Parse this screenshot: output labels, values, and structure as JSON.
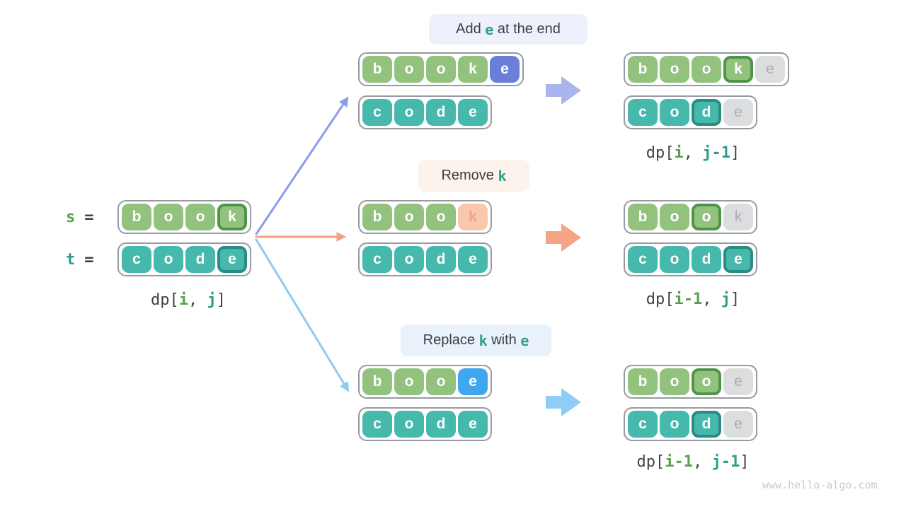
{
  "source": {
    "s_var": "s",
    "s_eq": "=",
    "t_var": "t",
    "t_eq": "=",
    "s_cells": [
      {
        "ch": "b",
        "v": "green"
      },
      {
        "ch": "o",
        "v": "green"
      },
      {
        "ch": "o",
        "v": "green"
      },
      {
        "ch": "k",
        "v": "green-border"
      }
    ],
    "t_cells": [
      {
        "ch": "c",
        "v": "teal"
      },
      {
        "ch": "o",
        "v": "teal"
      },
      {
        "ch": "d",
        "v": "teal"
      },
      {
        "ch": "e",
        "v": "teal-border"
      }
    ],
    "dp": {
      "fn": "dp[",
      "i": "i",
      "sep": ", ",
      "j": "j",
      "close": "]"
    }
  },
  "branches": {
    "add": {
      "label": {
        "pre": "Add ",
        "hl": "e",
        "post": " at the end"
      },
      "given_s": [
        {
          "ch": "b",
          "v": "green"
        },
        {
          "ch": "o",
          "v": "green"
        },
        {
          "ch": "o",
          "v": "green"
        },
        {
          "ch": "k",
          "v": "green"
        },
        {
          "ch": "e",
          "v": "indigo"
        }
      ],
      "given_t": [
        {
          "ch": "c",
          "v": "teal"
        },
        {
          "ch": "o",
          "v": "teal"
        },
        {
          "ch": "d",
          "v": "teal"
        },
        {
          "ch": "e",
          "v": "teal"
        }
      ],
      "result_s": [
        {
          "ch": "b",
          "v": "green"
        },
        {
          "ch": "o",
          "v": "green"
        },
        {
          "ch": "o",
          "v": "green"
        },
        {
          "ch": "k",
          "v": "green-border"
        },
        {
          "ch": "e",
          "v": "gray"
        }
      ],
      "result_t": [
        {
          "ch": "c",
          "v": "teal"
        },
        {
          "ch": "o",
          "v": "teal"
        },
        {
          "ch": "d",
          "v": "teal-border"
        },
        {
          "ch": "e",
          "v": "gray"
        }
      ],
      "dp": {
        "fn": "dp[",
        "i": "i",
        "sep": ", ",
        "j": "j-1",
        "close": "]"
      }
    },
    "remove": {
      "label": {
        "pre": "Remove ",
        "hl": "k",
        "post": ""
      },
      "given_s": [
        {
          "ch": "b",
          "v": "green"
        },
        {
          "ch": "o",
          "v": "green"
        },
        {
          "ch": "o",
          "v": "green"
        },
        {
          "ch": "k",
          "v": "salmon"
        }
      ],
      "given_t": [
        {
          "ch": "c",
          "v": "teal"
        },
        {
          "ch": "o",
          "v": "teal"
        },
        {
          "ch": "d",
          "v": "teal"
        },
        {
          "ch": "e",
          "v": "teal"
        }
      ],
      "result_s": [
        {
          "ch": "b",
          "v": "green"
        },
        {
          "ch": "o",
          "v": "green"
        },
        {
          "ch": "o",
          "v": "green-border"
        },
        {
          "ch": "k",
          "v": "gray"
        }
      ],
      "result_t": [
        {
          "ch": "c",
          "v": "teal"
        },
        {
          "ch": "o",
          "v": "teal"
        },
        {
          "ch": "d",
          "v": "teal"
        },
        {
          "ch": "e",
          "v": "teal-border"
        }
      ],
      "dp": {
        "fn": "dp[",
        "i": "i-1",
        "sep": ", ",
        "j": "j",
        "close": "]"
      }
    },
    "replace": {
      "label": {
        "pre": "Replace ",
        "hl": "k",
        "mid": " with ",
        "hl2": "e"
      },
      "given_s": [
        {
          "ch": "b",
          "v": "green"
        },
        {
          "ch": "o",
          "v": "green"
        },
        {
          "ch": "o",
          "v": "green"
        },
        {
          "ch": "e",
          "v": "blue"
        }
      ],
      "given_t": [
        {
          "ch": "c",
          "v": "teal"
        },
        {
          "ch": "o",
          "v": "teal"
        },
        {
          "ch": "d",
          "v": "teal"
        },
        {
          "ch": "e",
          "v": "teal"
        }
      ],
      "result_s": [
        {
          "ch": "b",
          "v": "green"
        },
        {
          "ch": "o",
          "v": "green"
        },
        {
          "ch": "o",
          "v": "green-border"
        },
        {
          "ch": "e",
          "v": "gray"
        }
      ],
      "result_t": [
        {
          "ch": "c",
          "v": "teal"
        },
        {
          "ch": "o",
          "v": "teal"
        },
        {
          "ch": "d",
          "v": "teal-border"
        },
        {
          "ch": "e",
          "v": "gray"
        }
      ],
      "dp": {
        "fn": "dp[",
        "i": "i-1",
        "sep": ", ",
        "j": "j-1",
        "close": "]"
      }
    }
  },
  "watermark": "www.hello-algo.com",
  "palette": {
    "green_cell": "#92C27D",
    "green_border": "#4F9549",
    "teal_cell": "#47B8AC",
    "teal_border": "#2A8D83",
    "gray_cell": "#DCDDDE",
    "gray_letter": "#AAADB0",
    "indigo_cell": "#6B7ED9",
    "blue_cell": "#3FA7F0",
    "salmon_cell": "#F9C7AE",
    "salmon_letter": "#F0A183",
    "badge_add_bg": "#EEF1FB",
    "badge_remove_bg": "#FDF3ED",
    "badge_replace_bg": "#E9F1FA",
    "arrow_indigo": "#8C9DE8",
    "arrow_orange": "#F2A183",
    "arrow_sky": "#8CCBF3",
    "block_indigo": "#A9B5EC",
    "block_orange": "#F5A586",
    "block_sky": "#8FCDF4",
    "code_green": "#5A9E50",
    "code_teal": "#2E9D8E",
    "text_dark": "#3B3F43"
  }
}
